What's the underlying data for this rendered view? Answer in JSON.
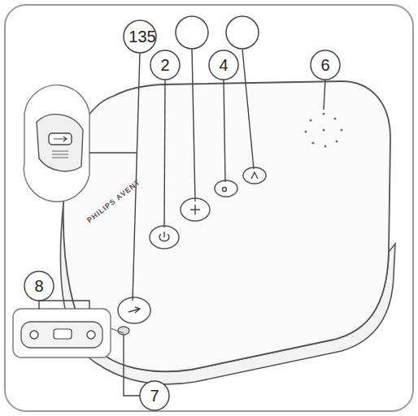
{
  "diagram": {
    "labels": [
      "135",
      "2",
      "4",
      "6",
      "8",
      "7",
      "PHILIPS AVENT"
    ]
  }
}
